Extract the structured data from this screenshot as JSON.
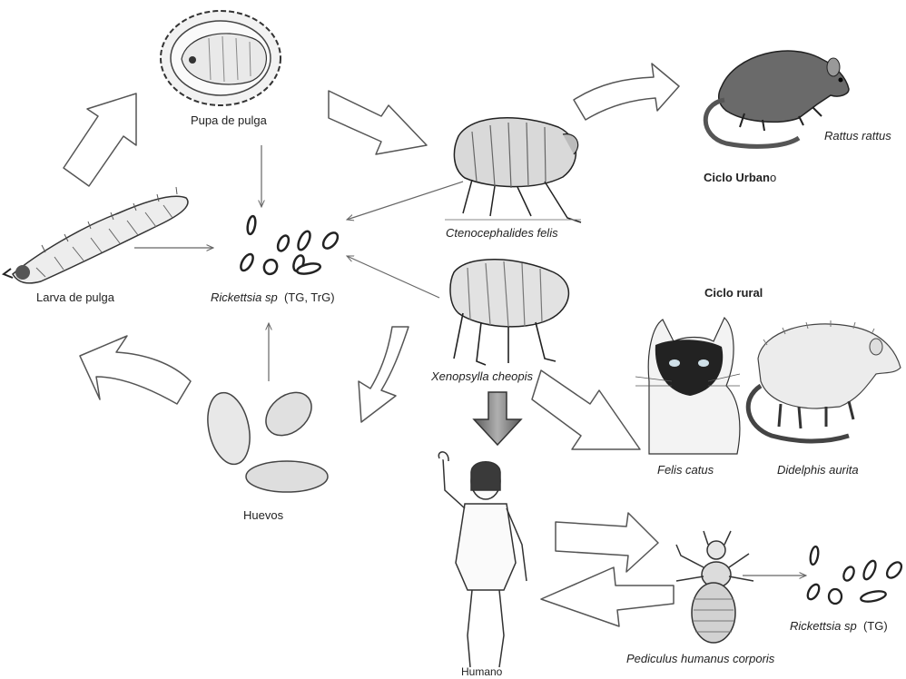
{
  "labels": {
    "pupa": "Pupa de pulga",
    "larva": "Larva de pulga",
    "rickettsia_center_name": "Rickettsia sp",
    "rickettsia_center_suffix": "(TG, TrG)",
    "eggs": "Huevos",
    "ctenocephalides": "Ctenocephalides felis",
    "xenopsylla": "Xenopsylla cheopis",
    "rattus": "Rattus rattus",
    "ciclo_urbano_bold": "Ciclo Urban",
    "ciclo_urbano_tail": "o",
    "ciclo_rural": "Ciclo rural",
    "felis": "Felis catus",
    "didelphis": "Didelphis aurita",
    "humano": "Humano",
    "pediculus": "Pediculus humanus corporis",
    "rickettsia_right_name": "Rickettsia sp",
    "rickettsia_right_suffix": "(TG)"
  },
  "colors": {
    "line": "#555555",
    "arrow_fill": "#ffffff",
    "dark_arrow_fill": "#8a8a8a"
  },
  "icons": [
    "flea-pupa-icon",
    "flea-larva-icon",
    "bacteria-icon",
    "egg-icon",
    "cat-flea-icon",
    "rat-flea-icon",
    "rat-icon",
    "cat-icon",
    "opossum-icon",
    "human-icon",
    "body-louse-icon"
  ]
}
